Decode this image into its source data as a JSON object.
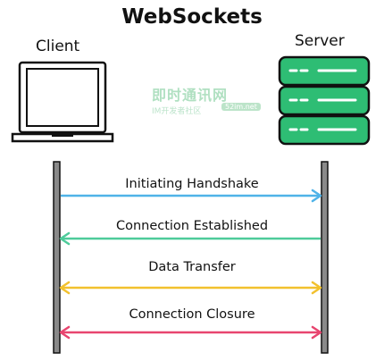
{
  "title": "WebSockets",
  "client": {
    "label": "Client",
    "icon": "laptop-icon"
  },
  "server": {
    "label": "Server",
    "icon": "server-rack-icon",
    "color": "#2ebd74"
  },
  "messages": [
    {
      "label": "Initiating Handshake",
      "direction": "client-to-server",
      "color": "#4fb3e8"
    },
    {
      "label": "Connection Established",
      "direction": "server-to-client",
      "color": "#4ecb9a"
    },
    {
      "label": "Data Transfer",
      "direction": "bidirectional",
      "color": "#f2c12e"
    },
    {
      "label": "Connection Closure",
      "direction": "bidirectional",
      "color": "#e8456f"
    }
  ],
  "watermark": {
    "text": "即时通讯网",
    "subtext": "IM开发者社区",
    "badge": "52im.net"
  }
}
